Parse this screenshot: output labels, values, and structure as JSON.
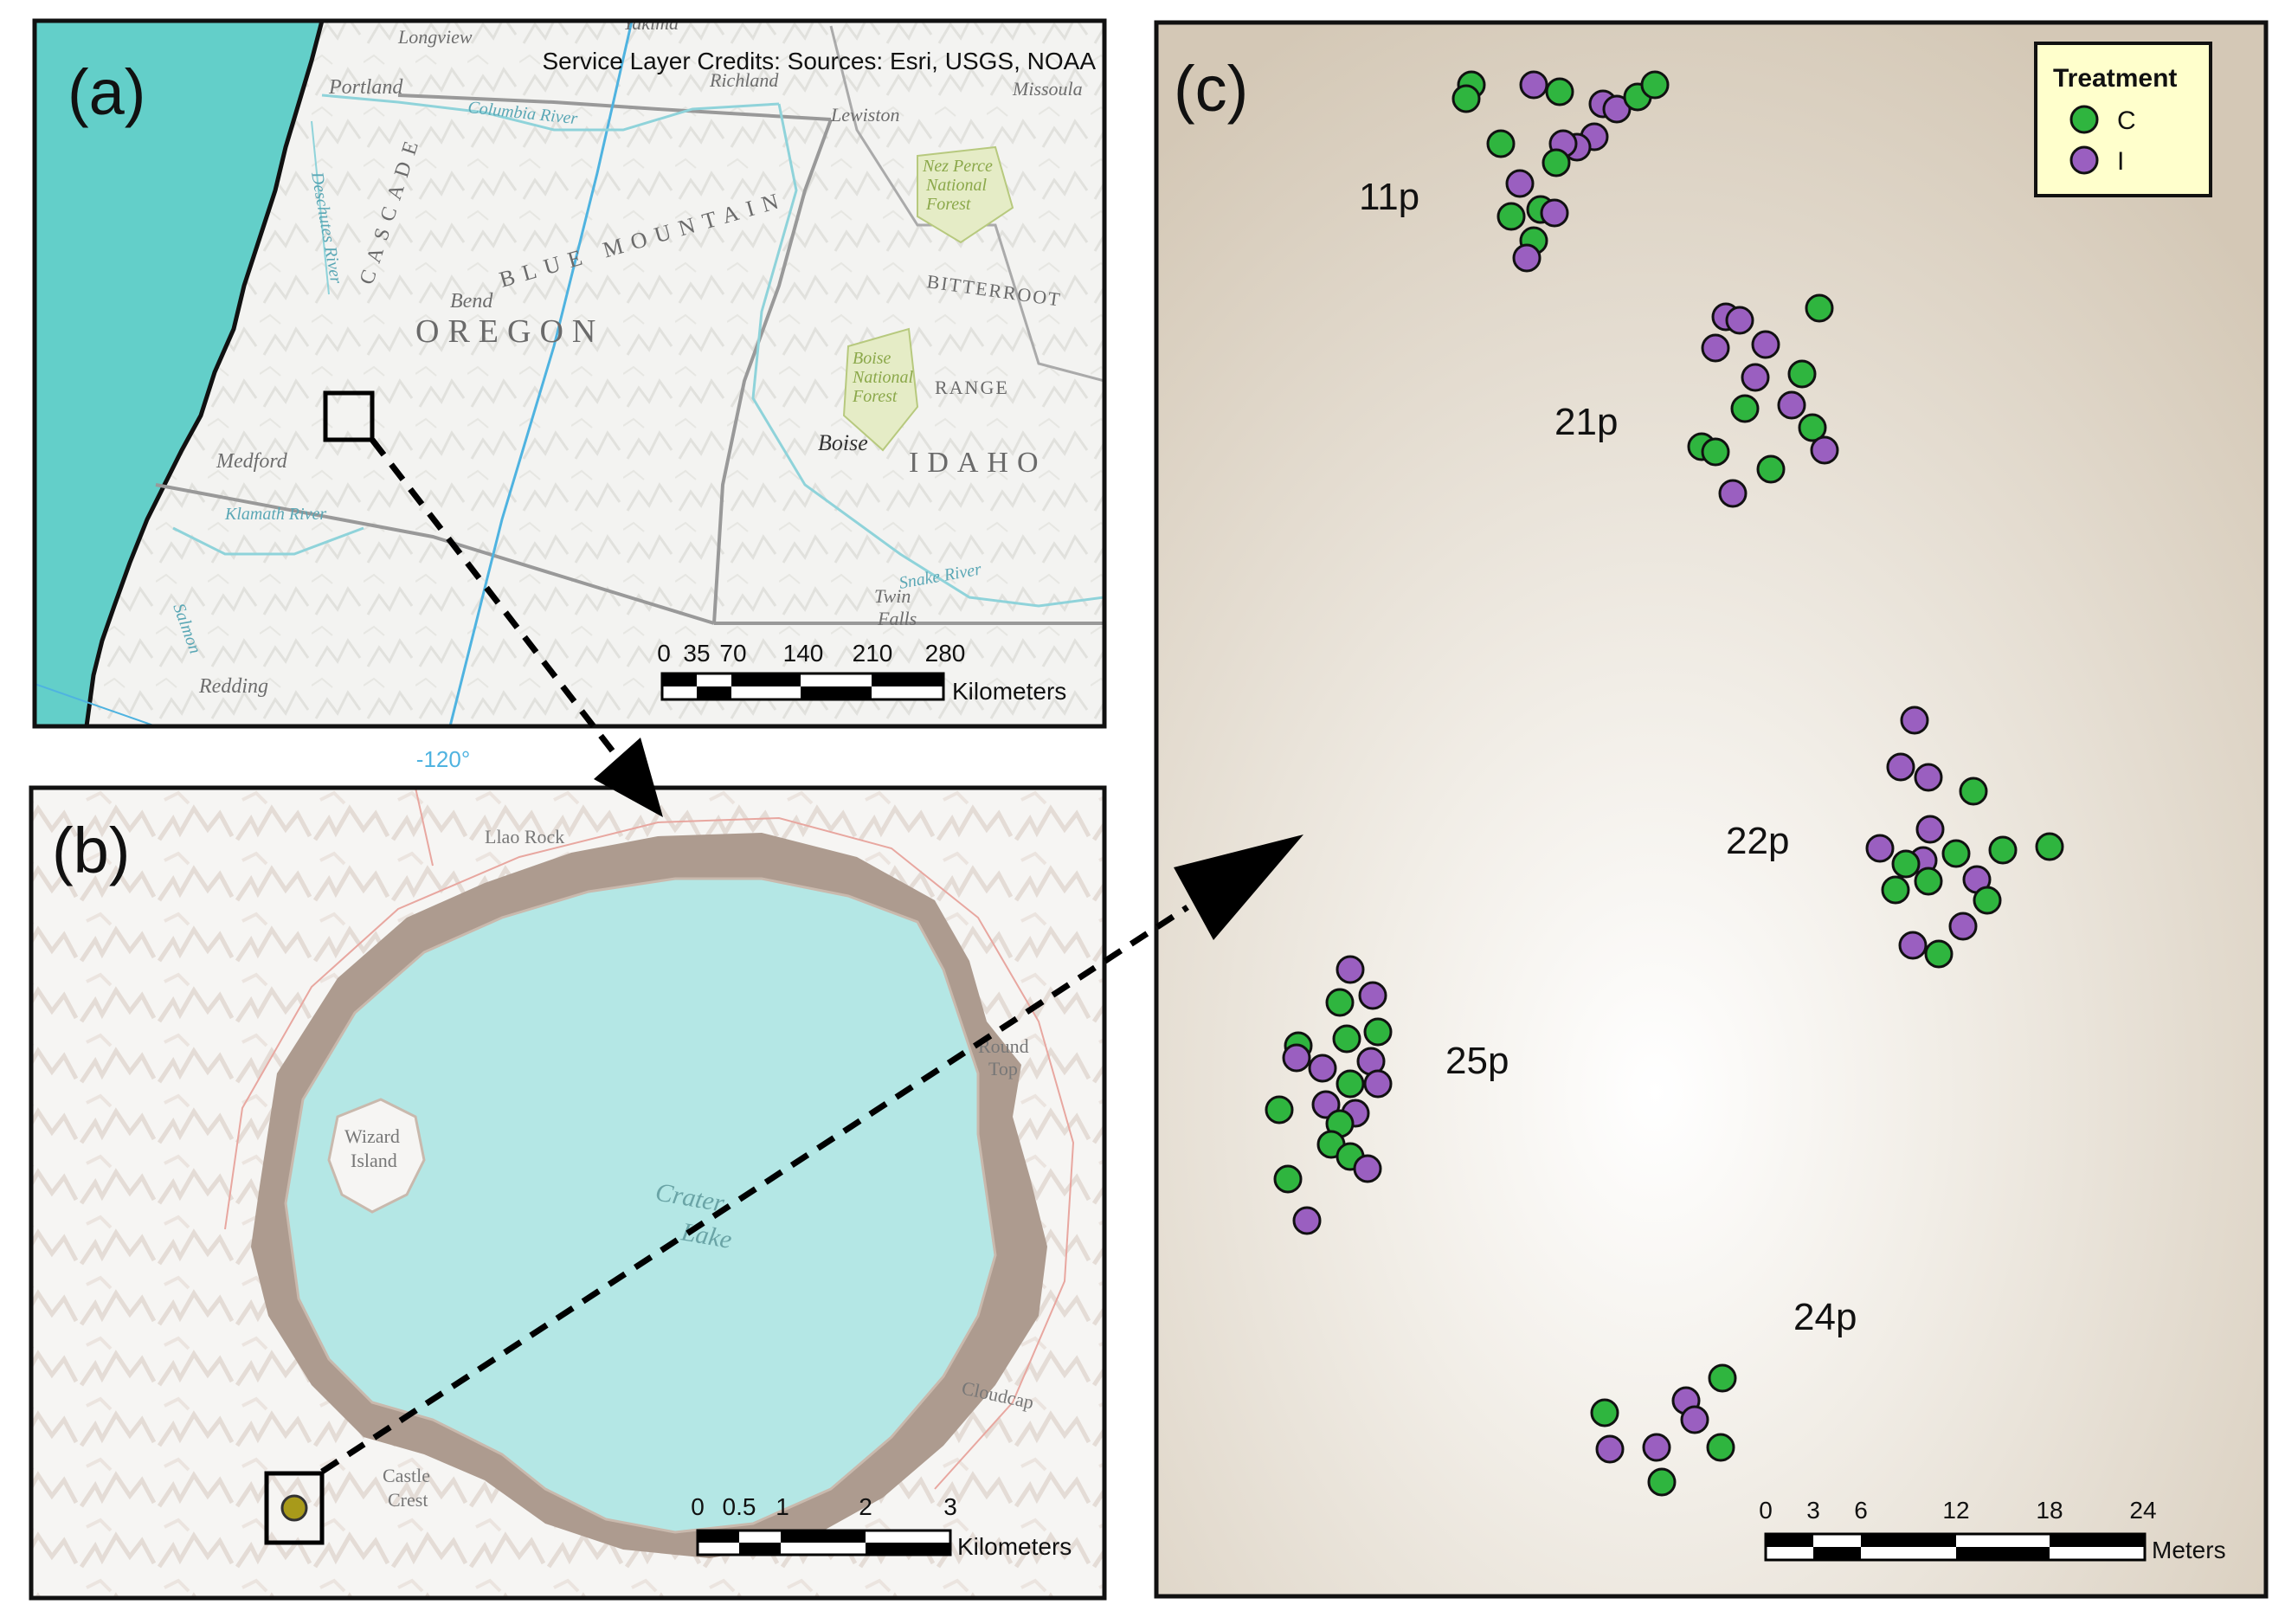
{
  "colors": {
    "ocean": "#63cfc9",
    "lake": "#b4e7e5",
    "map_bg": "#f4f4f2",
    "rim": "#ad9b8f",
    "c_treatment": "#2fb53f",
    "i_treatment": "#9a5fc0",
    "legend_bg": "#ffffcc",
    "graticule": "#4fb3e0",
    "plot_bg_light": "#ffffff",
    "plot_bg_dark": "#d6cab9"
  },
  "panel_a": {
    "label": "(a)",
    "credit": "Service Layer Credits: Sources: Esri, USGS, NOAA",
    "graticule_label": "-120°",
    "place_names": {
      "portland": "Portland",
      "bend": "Bend",
      "medford": "Medford",
      "redding": "Redding",
      "boise": "Boise",
      "twin_falls_1": "Twin",
      "twin_falls_2": "Falls",
      "richland": "Richland",
      "lewiston": "Lewiston",
      "missoula": "Missoula",
      "longview": "Longview",
      "yakima": "Yakima"
    },
    "regions": {
      "oregon": "OREGON",
      "idaho": "IDAHO",
      "blue_mountains": "BLUE MOUNTAIN",
      "cascade": "CASCADE",
      "bitterroot": "BITTERROOT",
      "range": "RANGE"
    },
    "rivers": {
      "columbia": "Columbia River",
      "klamath": "Klamath River",
      "snake": "Snake River",
      "deschutes": "Deschutes River",
      "salmon": "Salmon"
    },
    "forests": {
      "nezperce": [
        "Nez Perce",
        "National",
        "Forest"
      ],
      "boise_nf": [
        "Boise",
        "National",
        "Forest"
      ]
    },
    "scale": {
      "ticks": [
        "0",
        "35",
        "70",
        "140",
        "210",
        "280"
      ],
      "unit": "Kilometers"
    }
  },
  "panel_b": {
    "label": "(b)",
    "place_names": {
      "llao_rock": "Llao Rock",
      "wizard_island_1": "Wizard",
      "wizard_island_2": "Island",
      "crater_lake_1": "Crater",
      "crater_lake_2": "Lake",
      "round_top_1": "Round",
      "round_top_2": "Top",
      "cloudcap": "Cloudcap",
      "castle_crest_1": "Castle",
      "castle_crest_2": "Crest"
    },
    "scale": {
      "ticks": [
        "0",
        "0.5",
        "1",
        "2",
        "3"
      ],
      "unit": "Kilometers"
    }
  },
  "panel_c": {
    "label": "(c)",
    "legend": {
      "title": "Treatment",
      "items": [
        {
          "code": "C",
          "label": "C",
          "color": "#2fb53f"
        },
        {
          "code": "I",
          "label": "I",
          "color": "#9a5fc0"
        }
      ]
    },
    "plots": [
      {
        "name": "11p"
      },
      {
        "name": "21p"
      },
      {
        "name": "22p"
      },
      {
        "name": "25p"
      },
      {
        "name": "24p"
      }
    ],
    "scale": {
      "ticks": [
        "0",
        "3",
        "6",
        "12",
        "18",
        "24"
      ],
      "unit": "Meters"
    }
  }
}
